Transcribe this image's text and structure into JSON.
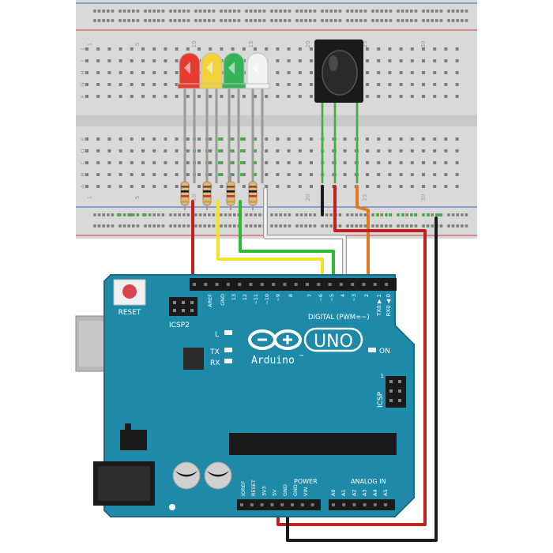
{
  "breadboard": {
    "row_letters_top": [
      "J",
      "I",
      "H",
      "G",
      "F"
    ],
    "row_letters_bottom": [
      "E",
      "D",
      "C",
      "B",
      "A"
    ],
    "column_numbers": [
      "1",
      "5",
      "10",
      "15",
      "20",
      "25",
      "30"
    ]
  },
  "leds": [
    {
      "name": "red-led",
      "color": "#e63b2e"
    },
    {
      "name": "yellow-led",
      "color": "#f2d23a"
    },
    {
      "name": "green-led",
      "color": "#36b35a"
    },
    {
      "name": "white-led",
      "color": "#f2f2f2"
    }
  ],
  "ir_receiver": {
    "color": "#1a1a1a"
  },
  "wires": {
    "red": "#c0201e",
    "yellow": "#f4e22a",
    "green": "#2fbb2f",
    "white": "#e8e8e8",
    "orange": "#e07a1f",
    "black": "#1a1a1a"
  },
  "arduino": {
    "board_color": "#1f8aa8",
    "reset_label": "RESET",
    "icsp2_label": "ICSP2",
    "icsp_label": "ICSP",
    "l_label": "L",
    "tx_label": "TX",
    "rx_label": "RX",
    "on_label": "ON",
    "uno_label": "UNO",
    "brand_label": "Arduino",
    "trademark": "™",
    "digital_label": "DIGITAL (PWM=~)",
    "power_label": "POWER",
    "analog_label": "ANALOG IN",
    "icsp_pin1": "1",
    "tx_pin": "TX0 ▶ 1",
    "rx_pin": "RX0 ◀ 0",
    "digital_pins_top": [
      "AREF",
      "GND",
      "13",
      "12",
      "~11",
      "~10",
      "~9",
      "8",
      "7",
      "~6",
      "~5",
      "4",
      "~3",
      "2"
    ],
    "power_pins": [
      "IOREF",
      "RESET",
      "3V3",
      "5V",
      "GND",
      "GND",
      "VIN"
    ],
    "analog_pins": [
      "A0",
      "A1",
      "A2",
      "A3",
      "A4",
      "A5"
    ]
  }
}
